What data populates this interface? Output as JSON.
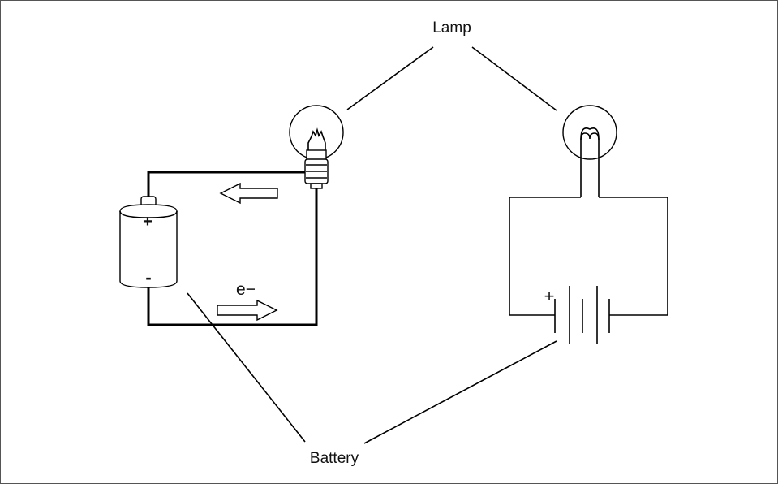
{
  "labels": {
    "lamp": "Lamp",
    "battery": "Battery",
    "electron": "e−",
    "pictorial_plus": "+",
    "pictorial_minus": "-",
    "schematic_plus": "+"
  },
  "icons": {
    "pictorial_lamp": "lightbulb-icon",
    "pictorial_battery": "cell-battery-icon",
    "schematic_lamp": "lamp-symbol-icon",
    "schematic_battery": "battery-symbol-icon",
    "flow_arrow": "arrow-icon"
  },
  "colors": {
    "stroke": "#000000",
    "background": "#ffffff",
    "frame": "#555555"
  }
}
